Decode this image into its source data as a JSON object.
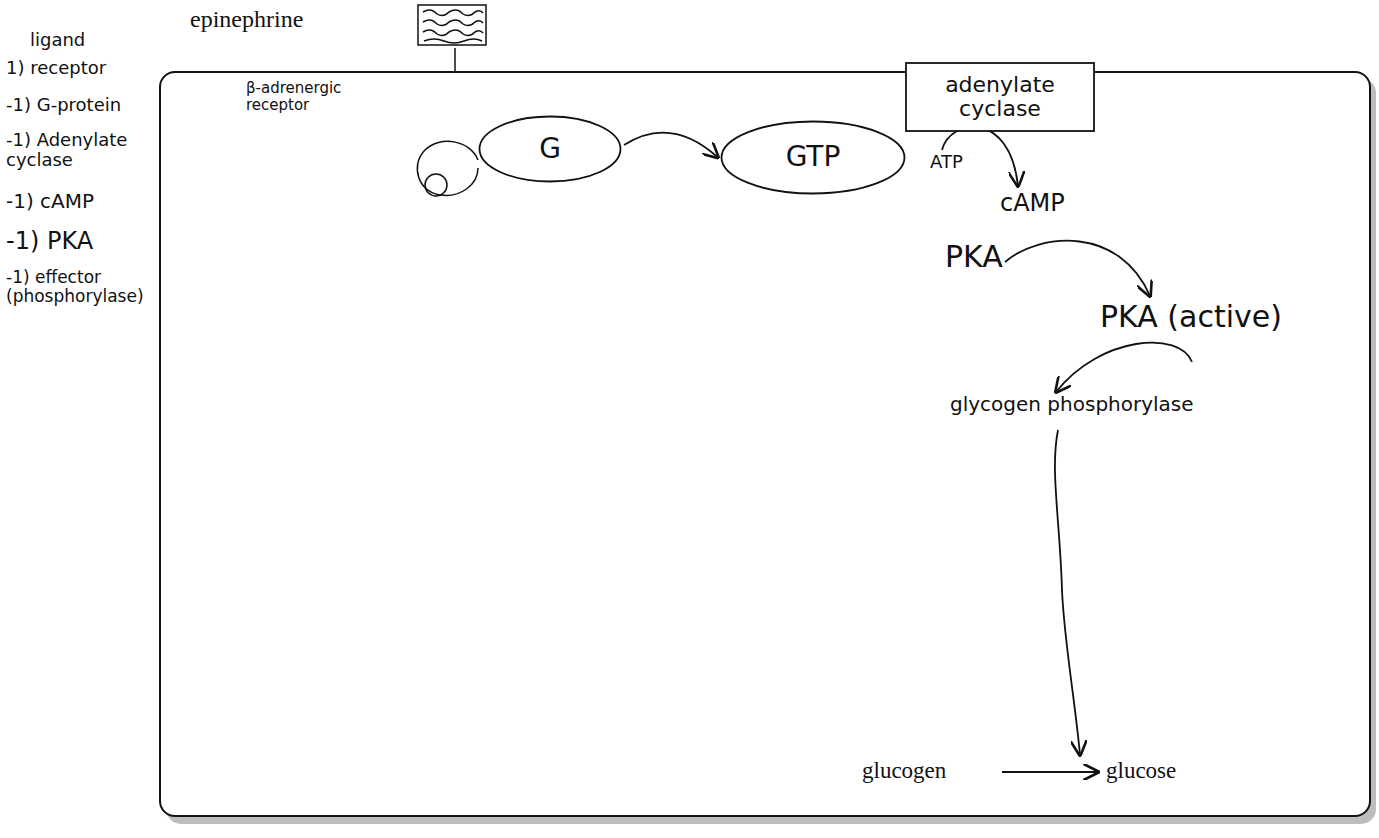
{
  "diagram": {
    "nodes": [
      {
        "text": [
          "G"
        ]
      },
      {
        "text": [
          "GTP"
        ]
      },
      {
        "text": [
          "adenylate cyclase"
        ]
      }
    ],
    "edges": [
      {
        "from": 0,
        "to": 1,
        "arrow": "to"
      }
    ],
    "labels": [
      "epinephrine",
      "β-adrenergic receptor",
      "ATP",
      "cAMP",
      "PKA",
      "PKA (active)",
      "glycogen phosphorylase",
      "glucogen",
      "glucose",
      "ligand",
      "1) receptor",
      "-1) G-protein",
      "-1) Adenylate cyclase",
      "-1) cAMP",
      "-1) PKA",
      "-1) effector (phosphorylase)"
    ]
  }
}
